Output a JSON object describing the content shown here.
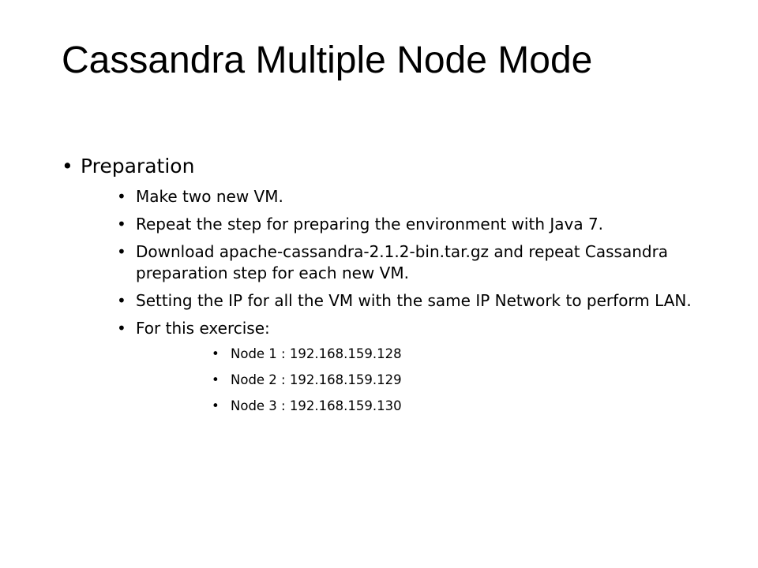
{
  "slide": {
    "title": "Cassandra Multiple Node Mode",
    "bullet": "Preparation",
    "steps": [
      "Make two new VM.",
      "Repeat the step for preparing the environment with Java 7.",
      "Download apache-cassandra-2.1.2-bin.tar.gz and repeat Cassandra preparation step for each new VM.",
      "Setting the IP for all the VM with the same IP Network to perform LAN.",
      "For this exercise:"
    ],
    "nodes": [
      "Node 1 : 192.168.159.128",
      "Node 2 : 192.168.159.129",
      "Node 3 : 192.168.159.130"
    ]
  }
}
